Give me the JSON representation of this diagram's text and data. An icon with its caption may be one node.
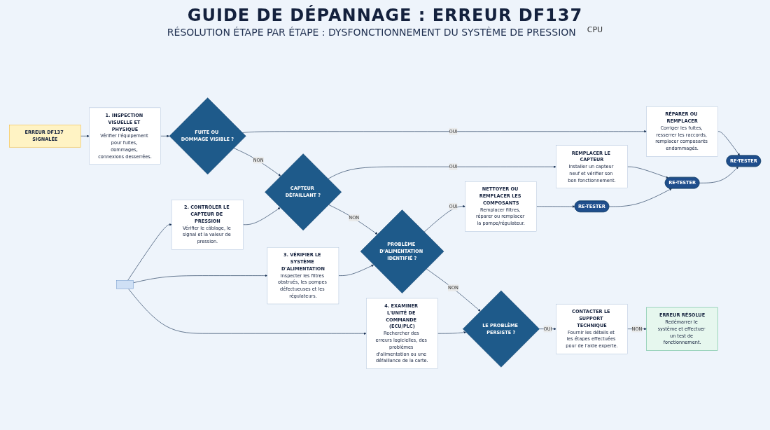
{
  "diagram": {
    "title": "GUIDE DE DÉPANNAGE : ERREUR DF137",
    "nodes": [
      {
        "text": [
          "ERREUR DF137 SIGNALÉE"
        ]
      },
      {
        "text": [
          "1. INSPECTION VISUELLE ET PHYSIQUE",
          "Vérifier l'équipement pour fuites, dommages, connexions desserrées."
        ]
      },
      {
        "text": [
          "FUITE OU DOMMAGE VISIBLE ?"
        ]
      },
      {
        "text": [
          "RÉPARER OU REMPLACER",
          "Corriger les fuites, resserrer les raccords, remplacer composants endommagés."
        ]
      },
      {
        "text": [
          "RE-TESTER"
        ]
      },
      {
        "text": [],
        "shape": "box"
      },
      {
        "text": [
          "2. CONTRÔLER LE CAPTEUR DE PRESSION",
          "Vérifier le câblage, le signal et la valeur de pression."
        ]
      },
      {
        "text": [
          "CAPTEUR DÉFAILLANT ?"
        ]
      },
      {
        "text": [
          "REMPLACER LE CAPTEUR",
          "Installer un capteur neuf et vérifier son bon fonctionnement."
        ]
      },
      {
        "text": [
          "RE-TESTER"
        ]
      },
      {
        "text": [
          "3. VÉRIFIER LE SYSTÈME D'ALIMENTATION",
          "Inspecter les filtres obstrués, les pompes défectueuses et les régulateurs."
        ]
      },
      {
        "text": [
          "PROBLÈME D'ALIMENTATION IDENTIFIÉ ?"
        ]
      },
      {
        "text": [
          "NETTOYER OU REMPLACER LES COMPOSANTS",
          "Remplacer filtres, réparer ou remplacer la pompe/régulateur."
        ]
      },
      {
        "text": [
          "RE-TESTER"
        ]
      },
      {
        "text": [
          "4. EXAMINER L'UNITÉ DE COMMANDE (ECU/PLC)",
          "Rechercher des erreurs logicielles, des problèmes d'alimentation ou une défaillance de la carte."
        ]
      },
      {
        "text": [
          "LE PROBLÈME PERSISTE ?"
        ]
      },
      {
        "text": [
          "CONTACTER LE SUPPORT TECHNIQUE",
          "Fournir les détails et les étapes effectuées pour de l'aide experte."
        ]
      },
      {
        "text": [
          "ERREUR RÉSOLUE",
          "Redémarrer le système et effectuer un test de fonctionnement."
        ]
      }
    ],
    "edges": [
      {
        "from": 0,
        "to": 1,
        "arrow": "to"
      },
      {
        "from": 1,
        "to": 2,
        "arrow": "to"
      },
      {
        "from": 2,
        "to": 3,
        "label": "OUI",
        "arrow": "to"
      },
      {
        "from": 3,
        "to": 4,
        "arrow": "to"
      },
      {
        "from": 2,
        "to": 7,
        "label": "NON",
        "arrow": "to"
      },
      {
        "from": 5,
        "to": 6,
        "arrow": "to"
      },
      {
        "from": 5,
        "to": 10,
        "arrow": "to"
      },
      {
        "from": 5,
        "to": 14,
        "arrow": "to"
      },
      {
        "from": 6,
        "to": 7,
        "arrow": "to"
      },
      {
        "from": 7,
        "to": 8,
        "label": "OUI",
        "arrow": "to"
      },
      {
        "from": 8,
        "to": 9,
        "arrow": "to"
      },
      {
        "from": 9,
        "to": 4,
        "arrow": "to"
      },
      {
        "from": 7,
        "to": 11,
        "label": "NON",
        "arrow": "to"
      },
      {
        "from": 10,
        "to": 11,
        "arrow": "to"
      },
      {
        "from": 11,
        "to": 12,
        "label": "OUI",
        "arrow": "to"
      },
      {
        "from": 12,
        "to": 13,
        "arrow": "to"
      },
      {
        "from": 13,
        "to": 9,
        "arrow": "to"
      },
      {
        "from": 11,
        "to": 15,
        "label": "NON",
        "arrow": "to"
      },
      {
        "from": 14,
        "to": 15,
        "arrow": "to"
      },
      {
        "from": 15,
        "to": 16,
        "label": "OUI",
        "arrow": "to"
      },
      {
        "from": 16,
        "to": 17,
        "label": "NON",
        "arrow": "to"
      }
    ],
    "labels": [
      "RÉSOLUTION ÉTAPE PAR ÉTAPE : DYSFONCTIONNEMENT DU SYSTÈME DE PRESSION",
      "CPU"
    ]
  }
}
